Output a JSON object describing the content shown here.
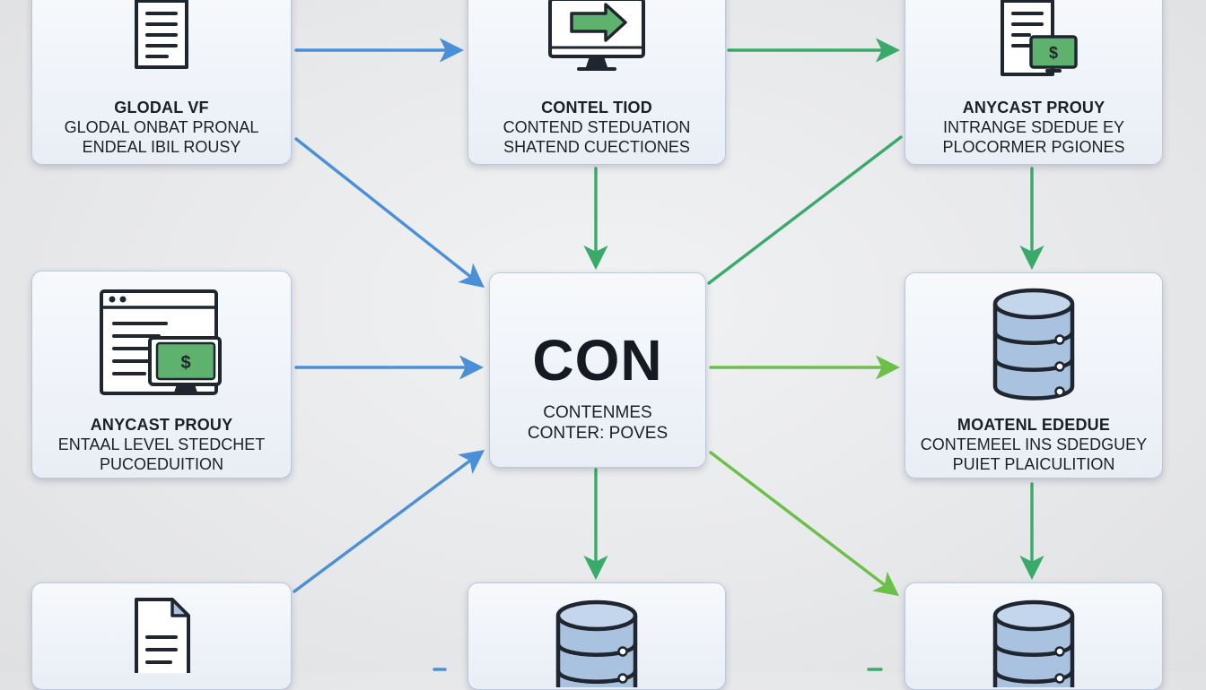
{
  "colors": {
    "blue_arrow": "#4a90d9",
    "green_arrow": "#3aaa6a",
    "lime_arrow": "#6cc04a",
    "card_border": "#b9c8dd",
    "icon_outline": "#1f2630",
    "icon_green": "#5fb26e",
    "db_blue": "#a9c2df"
  },
  "nodes": {
    "top_left": {
      "icon": "document-icon",
      "title": "GLODAL VF",
      "lines": [
        "GLODAL ONBAT PRONAL",
        "ENDEAL IBIL ROUSY"
      ]
    },
    "top_center": {
      "icon": "monitor-arrow-icon",
      "title": "CONTEL TIOD",
      "lines": [
        "CONTEND STEDUATION",
        "SHATEND CUECTIONES"
      ]
    },
    "top_right": {
      "icon": "document-dollar-icon",
      "title": "ANYCAST PROUY",
      "lines": [
        "INTRANGE SDEDUE EY",
        "PLOCORMER PGIONES"
      ]
    },
    "mid_left": {
      "icon": "browser-dollar-icon",
      "title": "ANYCAST PROUY",
      "lines": [
        "ENTAAL LEVEL STEDCHET",
        "PUCOEDUITION"
      ]
    },
    "hub": {
      "title": "CON",
      "lines": [
        "CONTENMES",
        "CONTER: POVES"
      ]
    },
    "mid_right": {
      "icon": "database-icon",
      "title": "MOATENL EDEDUE",
      "lines": [
        "CONTEMEEL INS SDEDGUEY",
        "PUIET PLAICULITION"
      ]
    },
    "bottom_left": {
      "icon": "document-icon"
    },
    "bottom_center": {
      "icon": "database-icon"
    },
    "bottom_right": {
      "icon": "database-icon"
    }
  }
}
